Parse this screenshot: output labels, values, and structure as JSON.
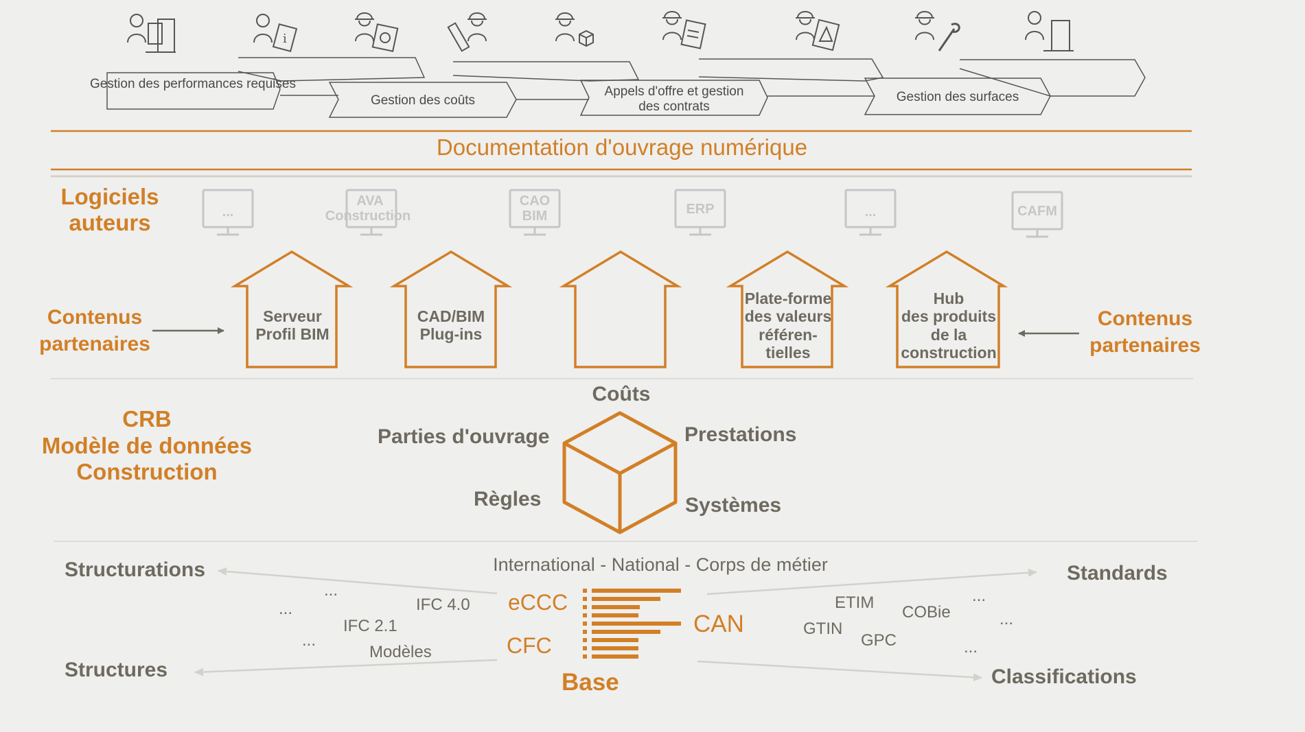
{
  "process": {
    "steps": [
      "Gestion des performances requises",
      "Gestion des coûts",
      "Appels d'offre et gestion des contrats",
      "Gestion des surfaces"
    ],
    "roles_icons": [
      "person-building-icon",
      "person-document-icon",
      "worker-money-icon",
      "worker-tools-icon",
      "person-box-icon",
      "worker-checklist-icon",
      "worker-plan-icon",
      "worker-wrench-icon",
      "person-building-icon"
    ]
  },
  "band_title": "Documentation d'ouvrage numérique",
  "software": {
    "title_l1": "Logiciels",
    "title_l2": "auteurs",
    "monitors": [
      {
        "l1": "...",
        "l2": ""
      },
      {
        "l1": "AVA",
        "l2": "Construction"
      },
      {
        "l1": "CAO",
        "l2": "BIM"
      },
      {
        "l1": "ERP",
        "l2": ""
      },
      {
        "l1": "...",
        "l2": ""
      },
      {
        "l1": "CAFM",
        "l2": ""
      }
    ]
  },
  "partners": {
    "left_l1": "Contenus",
    "left_l2": "partenaires",
    "right_l1": "Contenus",
    "right_l2": "partenaires"
  },
  "houses": [
    {
      "lines": [
        "Serveur",
        "Profil BIM"
      ]
    },
    {
      "lines": [
        "CAD/BIM",
        "Plug-ins"
      ]
    },
    {
      "lines": []
    },
    {
      "lines": [
        "Plate-forme",
        "des valeurs",
        "référen-",
        "tielles"
      ]
    },
    {
      "lines": [
        "Hub",
        "des produits",
        "de la",
        "construction"
      ]
    }
  ],
  "crb": {
    "l1": "CRB",
    "l2": "Modèle de données",
    "l3": "Construction"
  },
  "cube": {
    "top": "Coûts",
    "left_top": "Parties d'ouvrage",
    "right_top": "Prestations",
    "left_bottom": "Règles",
    "right_bottom": "Systèmes"
  },
  "base": {
    "scope": "International - National - Corps de métier",
    "eccc": "eCCC",
    "cfc": "CFC",
    "can": "CAN",
    "base": "Base",
    "structurations": "Structurations",
    "structures": "Structures",
    "standards": "Standards",
    "classifications": "Classifications",
    "left_items": {
      "dots1": "...",
      "ifc40": "IFC 4.0",
      "dots2": "...",
      "ifc21": "IFC 2.1",
      "dots3": "...",
      "modeles": "Modèles"
    },
    "right_items": {
      "etim": "ETIM",
      "dots1": "...",
      "cobie": "COBie",
      "dots2": "...",
      "gtin": "GTIN",
      "gpc": "GPC",
      "dots3": "..."
    }
  },
  "colors": {
    "accent": "#d27f26",
    "text_grey": "#6e6a5f",
    "monitor_grey": "#c6c6c6",
    "background": "#efefee"
  }
}
